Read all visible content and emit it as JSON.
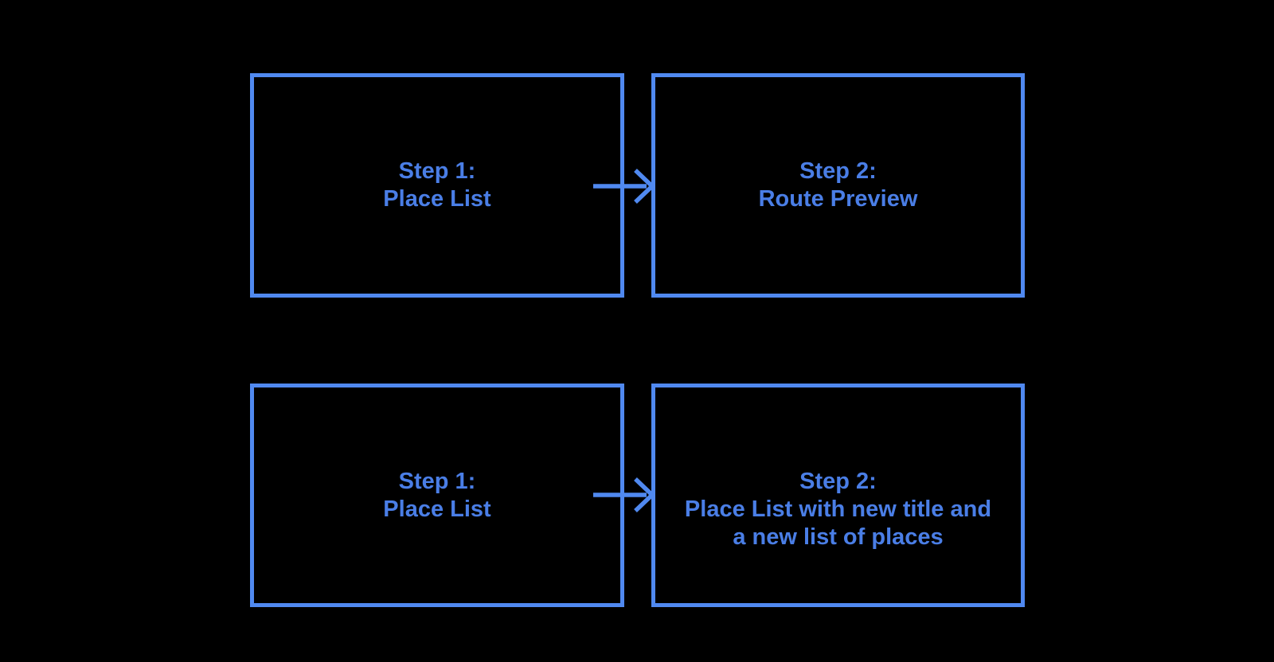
{
  "colors": {
    "background": "#000000",
    "box_stroke": "#5089F0",
    "label_text": "#4A7EE6"
  },
  "flow": {
    "row1": {
      "step1": {
        "label_lines": [
          "Step 1:",
          "Place List"
        ]
      },
      "step2": {
        "label_lines": [
          "Step 2:",
          "Route Preview"
        ]
      }
    },
    "row2": {
      "step1": {
        "label_lines": [
          "Step 1:",
          "Place List"
        ]
      },
      "step2": {
        "label_lines": [
          "Step 2:",
          "Place List with new title and",
          "a new list of places"
        ]
      }
    },
    "arrow_icon": "right-arrow"
  }
}
